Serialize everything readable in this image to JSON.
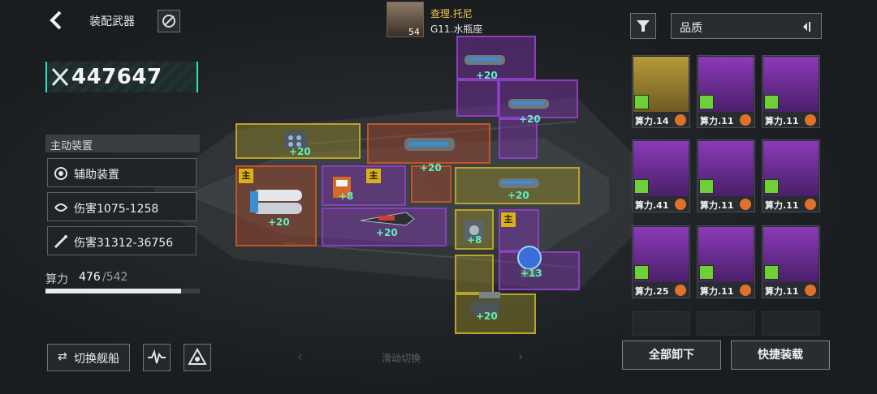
{
  "header": {
    "title": "装配武器",
    "power": "447647"
  },
  "captain": {
    "name": "查理.托尼",
    "subtitle": "G11.水瓶座",
    "level": "54"
  },
  "left_panel": {
    "section_title": "主动装置",
    "rows": [
      {
        "label": "辅助装置",
        "icon": "gear-icon"
      },
      {
        "label": "伤害1075-1258",
        "icon": "swirl-icon"
      },
      {
        "label": "伤害31312-36756",
        "icon": "missile-icon"
      }
    ],
    "capacity_label": "算力",
    "capacity_used": "476",
    "capacity_max": "/542",
    "capacity_ratio": 0.878
  },
  "bottom_left": {
    "switch_ship": "切换舰船"
  },
  "slots": [
    {
      "bonus": "+20"
    },
    {
      "bonus": "+20"
    },
    {
      "bonus": "+20"
    },
    {
      "bonus": "+20"
    },
    {
      "bonus": "+20"
    },
    {
      "bonus": "+8",
      "main": "主"
    },
    {
      "bonus": "+20"
    },
    {
      "bonus": "+20"
    },
    {
      "bonus": "+8",
      "main": "主"
    },
    {
      "bonus": "+13"
    },
    {
      "bonus": "+20"
    }
  ],
  "main_tags": [
    "主",
    "主",
    "主"
  ],
  "swipe_hint": "滑动切换",
  "right_panel": {
    "sort_label": "品质",
    "cards": [
      {
        "label": "算力.14",
        "rarity": "gold"
      },
      {
        "label": "算力.11",
        "rarity": "purple"
      },
      {
        "label": "算力.11",
        "rarity": "purple"
      },
      {
        "label": "算力.41",
        "rarity": "purple"
      },
      {
        "label": "算力.11",
        "rarity": "purple"
      },
      {
        "label": "算力.11",
        "rarity": "purple"
      },
      {
        "label": "算力.25",
        "rarity": "purple"
      },
      {
        "label": "算力.11",
        "rarity": "purple"
      },
      {
        "label": "算力.11",
        "rarity": "purple"
      }
    ]
  },
  "actions": {
    "unload_all": "全部卸下",
    "quick_equip": "快捷装载"
  },
  "colors": {
    "accent": "#2fe3c6",
    "gold": "#d9b11a",
    "purple": "#8a3fc0",
    "yellow_slot": "#b8a42a",
    "orange_slot": "#c0552a",
    "bonus_text": "#5ef0c0"
  }
}
